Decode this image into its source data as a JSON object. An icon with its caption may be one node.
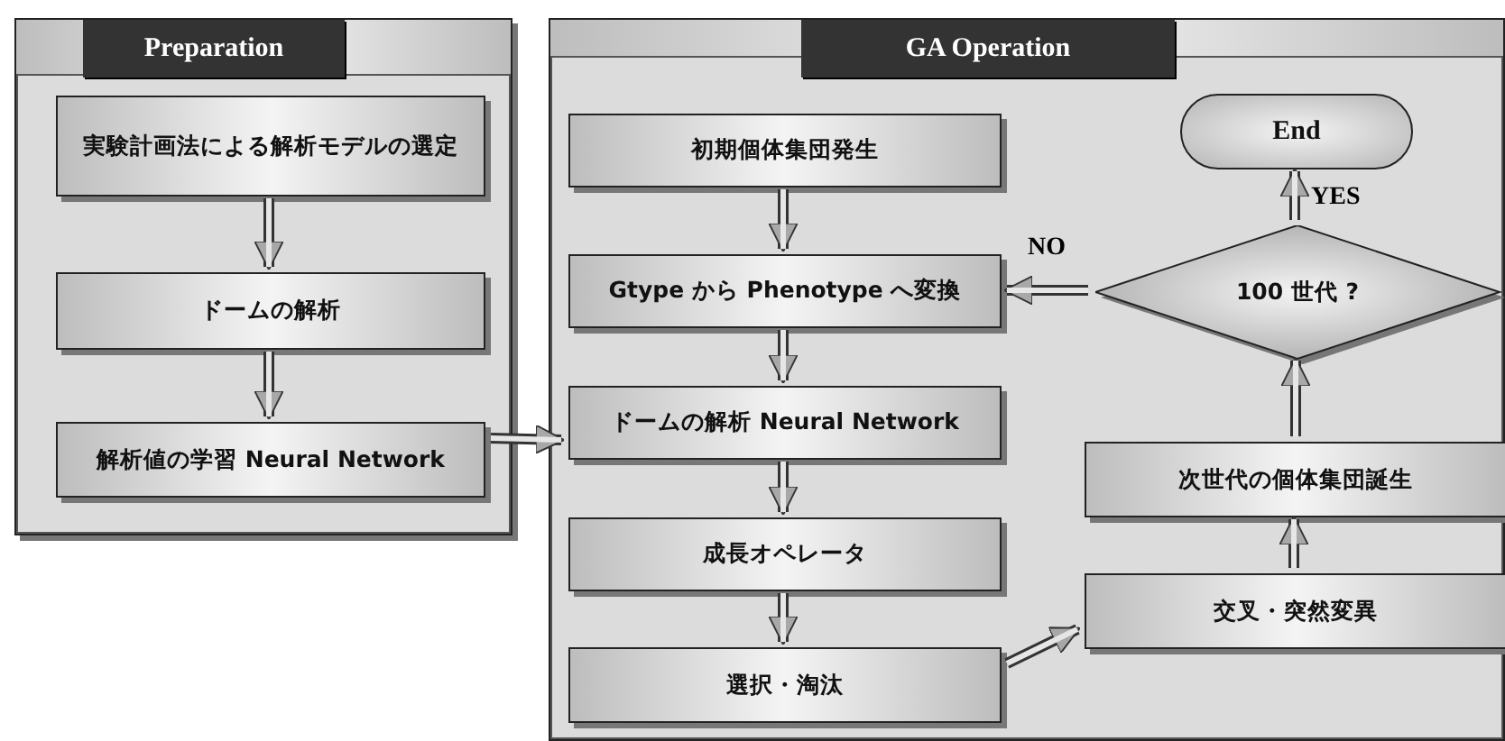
{
  "diagram": {
    "nodes": [
      {
        "text": [
          "Preparation"
        ]
      },
      {
        "text": [
          "実験計画法による解析モデルの選定"
        ],
        "in": 0
      },
      {
        "text": [
          "ドームの解析"
        ],
        "in": 0
      },
      {
        "text": [
          "解析値の学習 Neural Network"
        ],
        "in": 0
      },
      {
        "text": [
          "GA Operation"
        ]
      },
      {
        "text": [
          "初期個体集団発生"
        ],
        "in": 4
      },
      {
        "text": [
          "Gtype から Phenotype へ変換"
        ],
        "in": 4
      },
      {
        "text": [
          "ドームの解析 Neural Network"
        ],
        "in": 4
      },
      {
        "text": [
          "成長オペレータ"
        ],
        "in": 4
      },
      {
        "text": [
          "選択・淘汰"
        ],
        "in": 4
      },
      {
        "text": [
          "交叉・突然変異"
        ],
        "in": 4
      },
      {
        "text": [
          "次世代の個体集団誕生"
        ],
        "in": 4
      },
      {
        "text": [
          "100 世代 ?"
        ],
        "in": 4
      },
      {
        "text": [
          "End"
        ],
        "in": 4
      }
    ],
    "edges": [
      {
        "from": 1,
        "to": 2,
        "arrow": "to"
      },
      {
        "from": 2,
        "to": 3,
        "arrow": "to"
      },
      {
        "from": 3,
        "to": 7,
        "arrow": "to"
      },
      {
        "from": 5,
        "to": 6,
        "arrow": "to"
      },
      {
        "from": 6,
        "to": 7,
        "arrow": "to"
      },
      {
        "from": 7,
        "to": 8,
        "arrow": "to"
      },
      {
        "from": 8,
        "to": 9,
        "arrow": "to"
      },
      {
        "from": 9,
        "to": 10,
        "arrow": "to"
      },
      {
        "from": 10,
        "to": 11,
        "arrow": "to"
      },
      {
        "from": 11,
        "to": 12,
        "arrow": "to"
      },
      {
        "from": 12,
        "to": 6,
        "arrow": "to",
        "label": "NO"
      },
      {
        "from": 12,
        "to": 13,
        "arrow": "to",
        "label": "YES"
      }
    ]
  }
}
